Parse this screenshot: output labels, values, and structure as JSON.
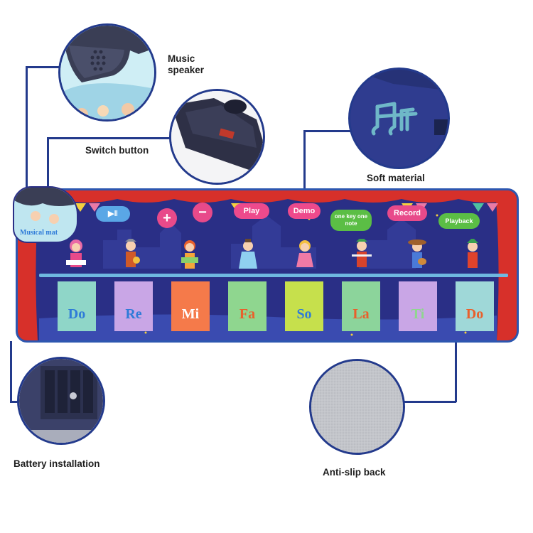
{
  "callouts": {
    "music_speaker": "Music\nspeaker",
    "switch_button": "Switch button",
    "soft_material": "Soft material",
    "battery_installation": "Battery installation",
    "anti_slip_back": "Anti-slip back"
  },
  "mat": {
    "logo": "Musical mat",
    "buttons": [
      "▶‖",
      "+",
      "−",
      "Play",
      "Demo",
      "one key one note",
      "Record",
      "Playback"
    ],
    "keys": [
      {
        "note": "Do",
        "color": "#8fd6c8",
        "text_color": "#2f7bd8"
      },
      {
        "note": "Re",
        "color": "#c9a6e6",
        "text_color": "#2f7bd8"
      },
      {
        "note": "Mi",
        "color": "#f57a4a",
        "text_color": "#ffffff"
      },
      {
        "note": "Fa",
        "color": "#8fd68f",
        "text_color": "#e9602c"
      },
      {
        "note": "So",
        "color": "#c6e04c",
        "text_color": "#2f7bd8"
      },
      {
        "note": "La",
        "color": "#8cd49b",
        "text_color": "#e9602c"
      },
      {
        "note": "Ti",
        "color": "#c9a6e6",
        "text_color": "#8fd68f"
      },
      {
        "note": "Do",
        "color": "#9fd8d8",
        "text_color": "#e9602c"
      }
    ]
  },
  "colors": {
    "frame": "#233a8c",
    "mat_blue": "#2a2f86",
    "curtain_red": "#d7302a"
  }
}
